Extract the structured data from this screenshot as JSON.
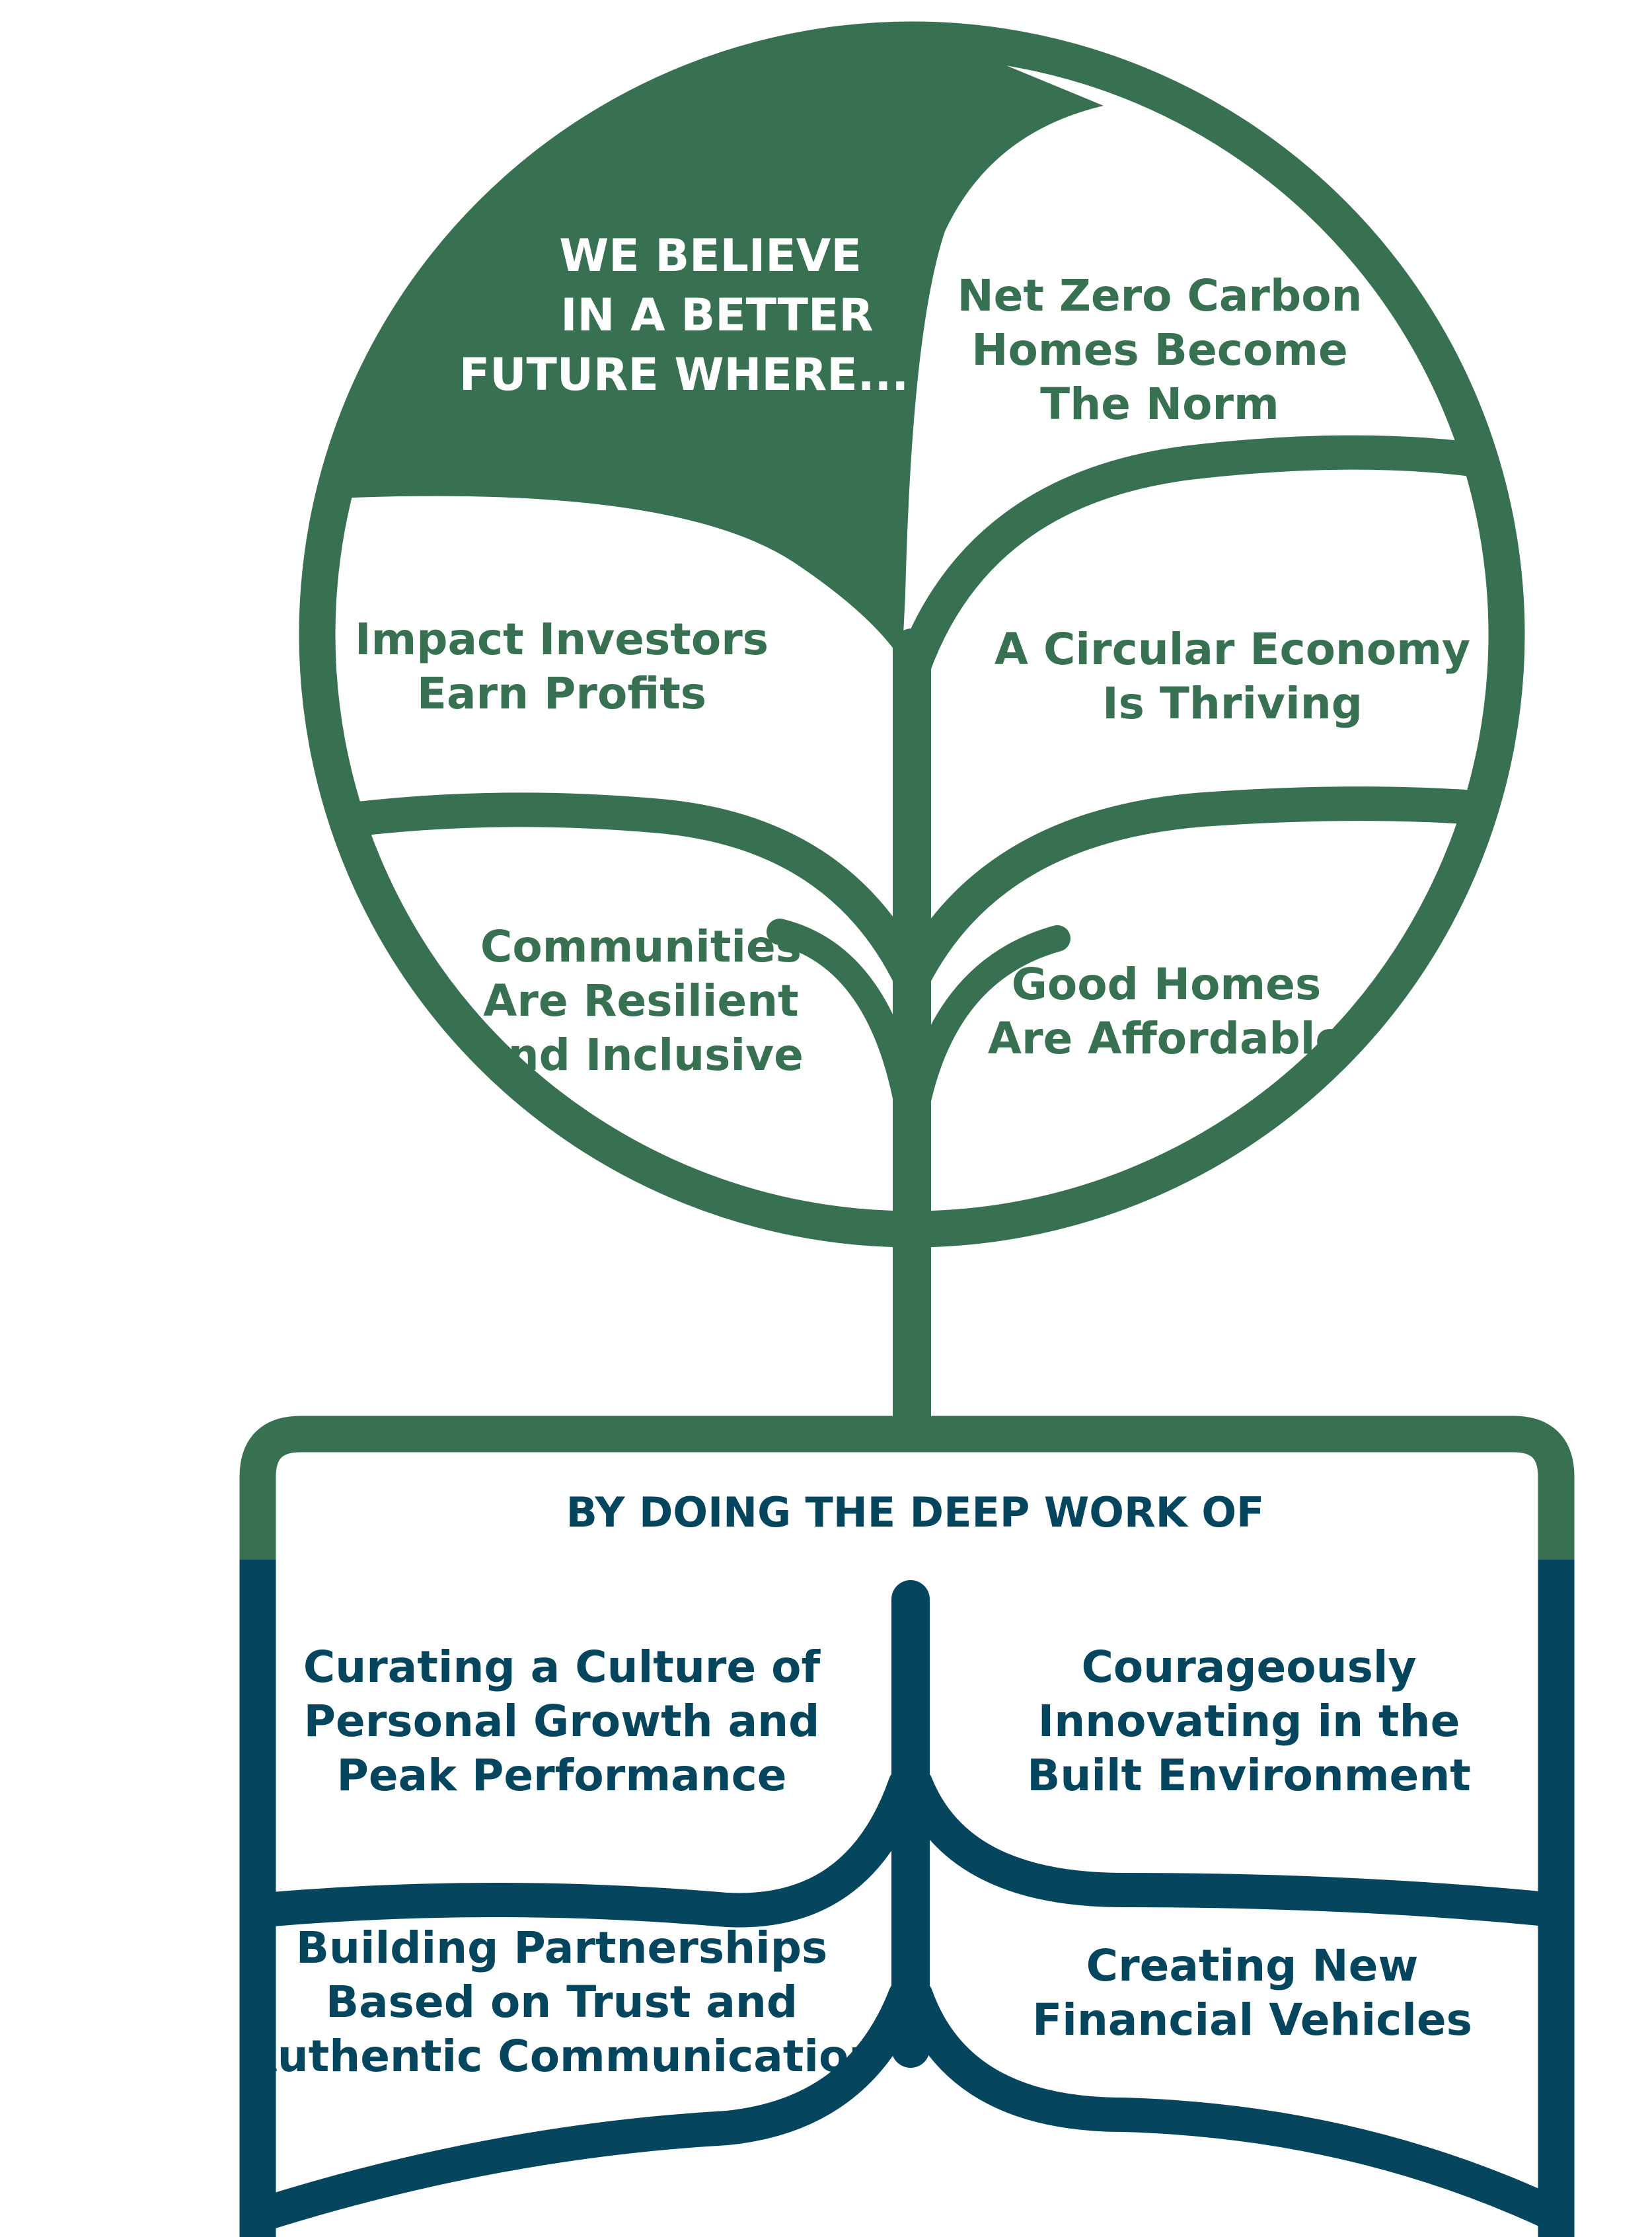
{
  "colors": {
    "green": "#377151",
    "navy": "#05455d",
    "background": "#ffffff"
  },
  "tree": {
    "heading": [
      "WE BELIEVE",
      "IN A BETTER",
      "FUTURE WHERE..."
    ],
    "leaves": [
      {
        "id": "net-zero",
        "lines": [
          "Net Zero Carbon",
          "Homes Become",
          "The Norm"
        ]
      },
      {
        "id": "impact-investors",
        "lines": [
          "Impact Investors",
          "Earn Profits"
        ]
      },
      {
        "id": "circular-economy",
        "lines": [
          "A Circular Economy",
          "Is Thriving"
        ]
      },
      {
        "id": "communities",
        "lines": [
          "Communities",
          "Are Resilient",
          "and Inclusive"
        ]
      },
      {
        "id": "good-homes",
        "lines": [
          "Good Homes",
          "Are Affordable"
        ]
      }
    ]
  },
  "roots": {
    "heading": "BY DOING THE DEEP WORK OF",
    "items": [
      {
        "id": "culture",
        "lines": [
          "Curating a Culture of",
          "Personal Growth and",
          "Peak Performance"
        ]
      },
      {
        "id": "innovating",
        "lines": [
          "Courageously",
          "Innovating in the",
          "Built Environment"
        ]
      },
      {
        "id": "partnerships",
        "lines": [
          "Building Partnerships",
          "Based on Trust and",
          "Authentic Communication"
        ]
      },
      {
        "id": "financial",
        "lines": [
          "Creating New",
          "Financial Vehicles"
        ]
      }
    ]
  }
}
